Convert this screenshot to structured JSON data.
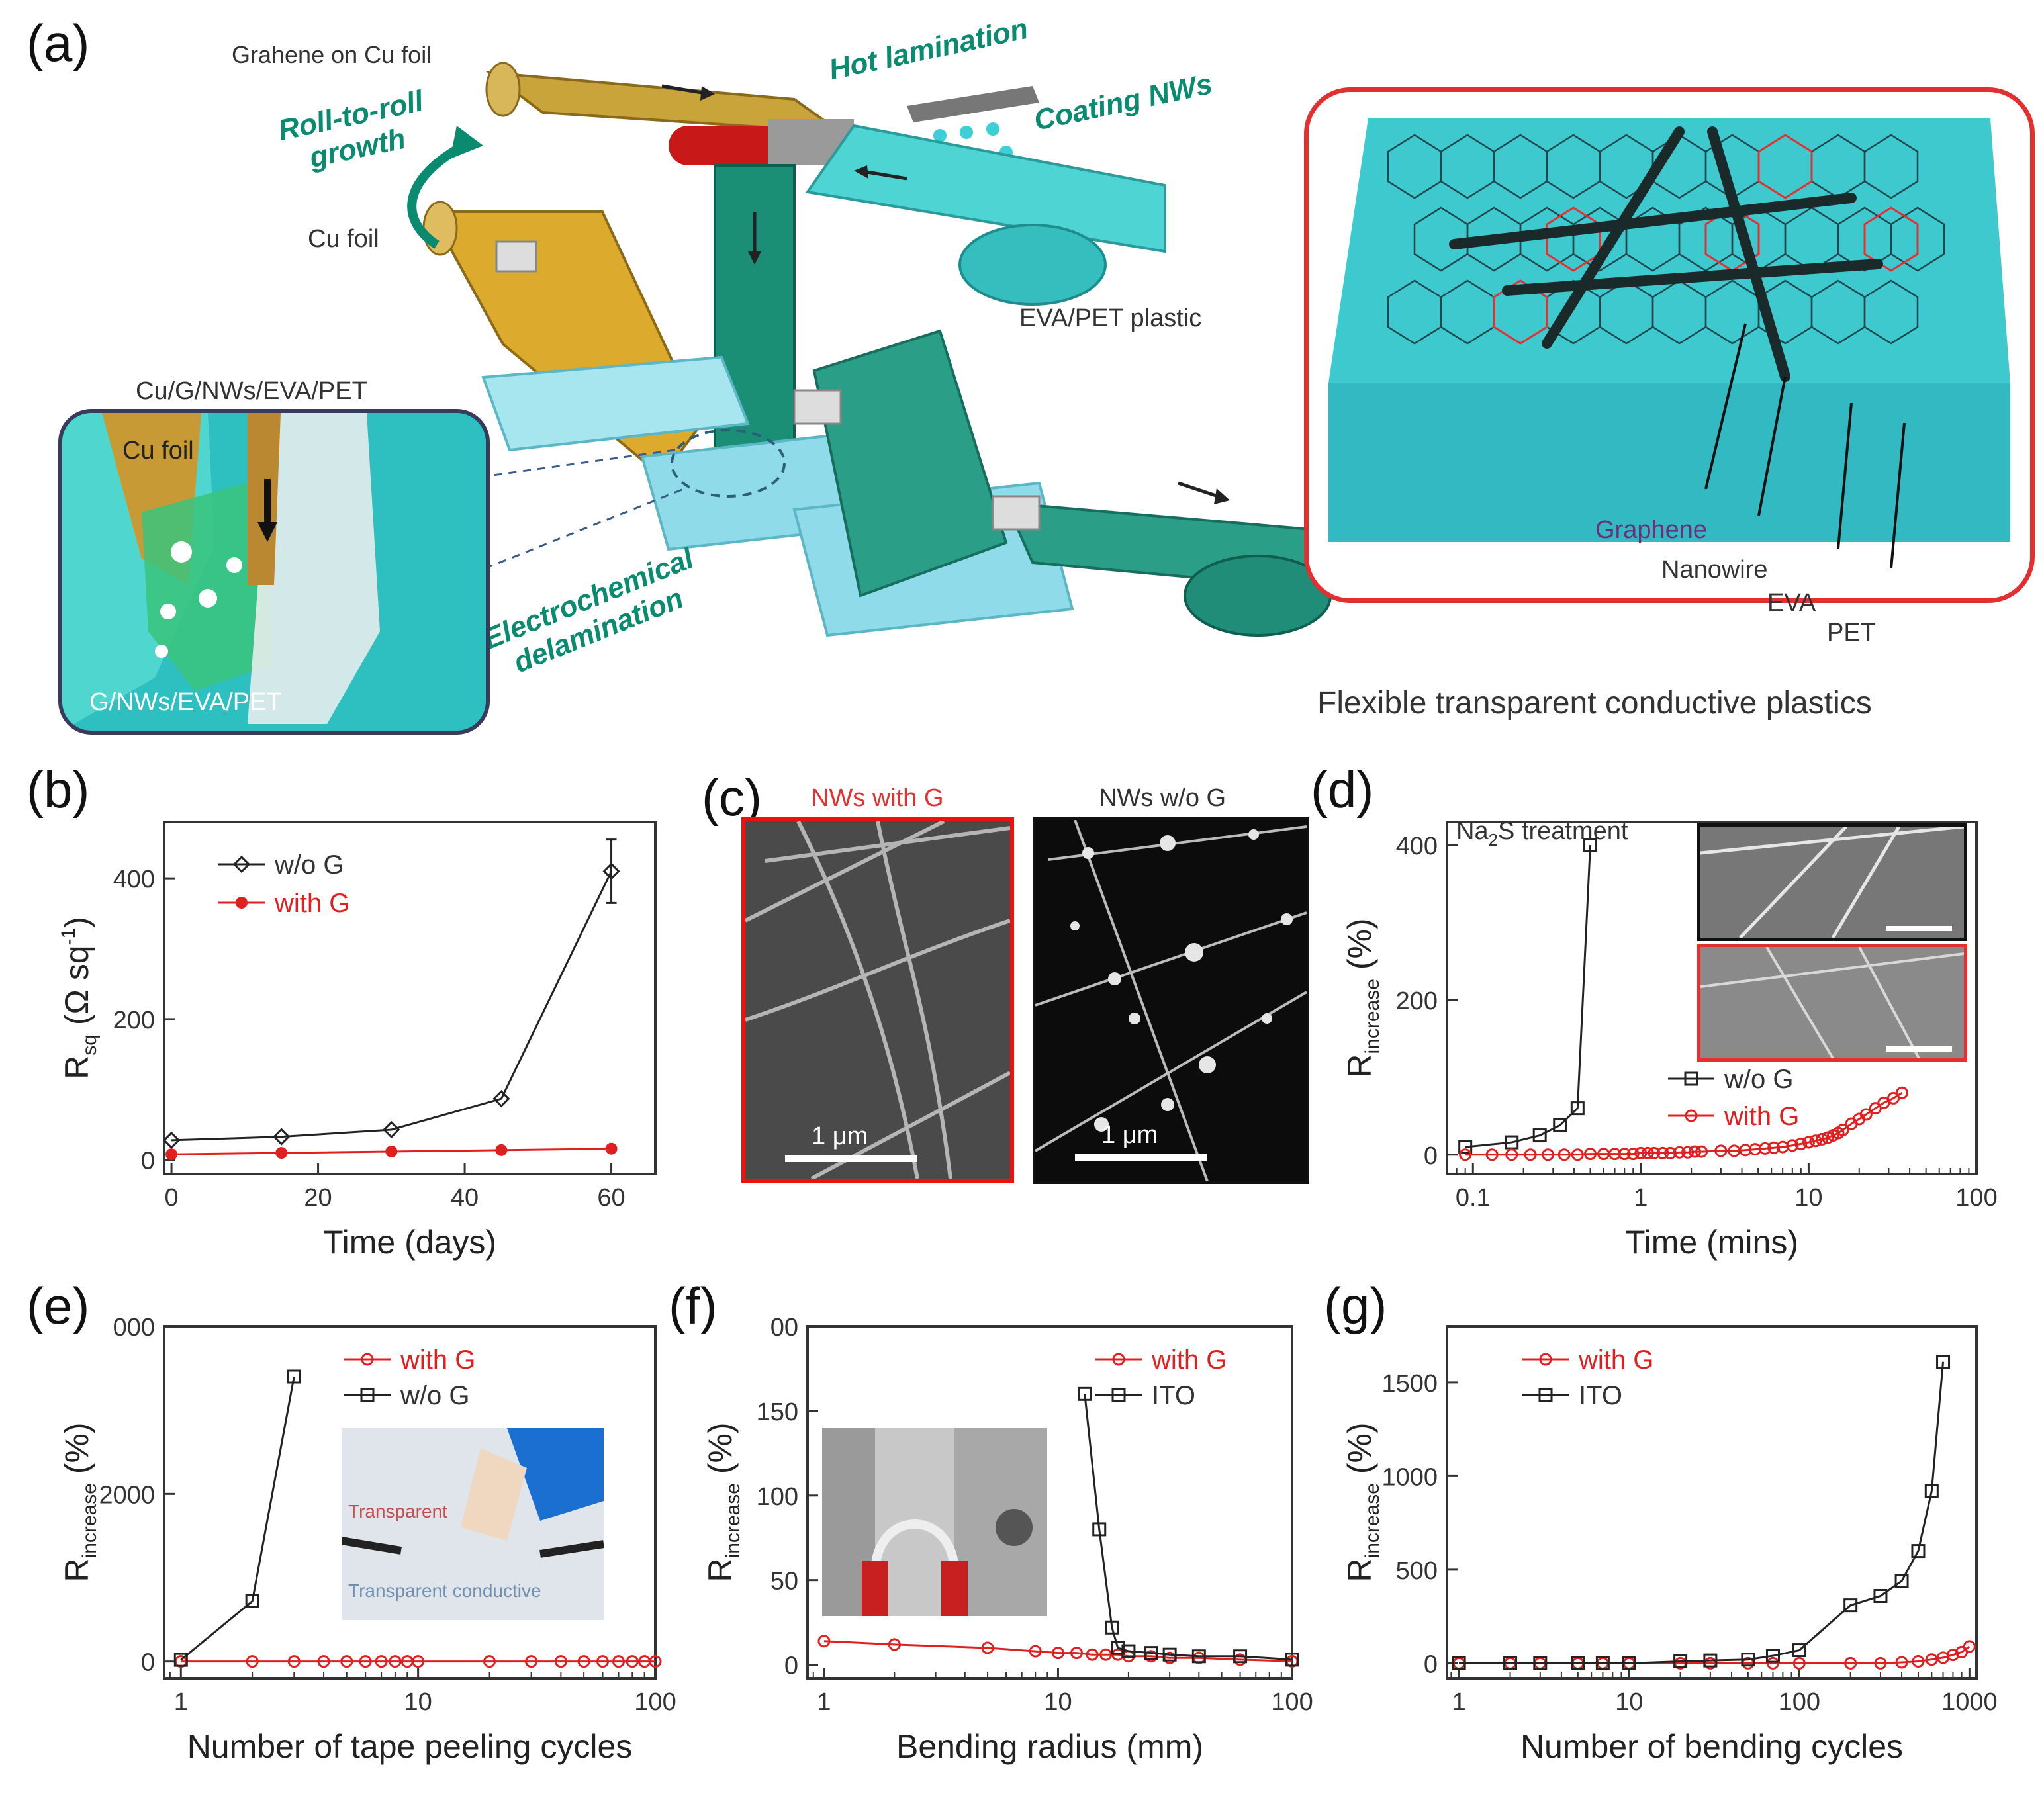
{
  "panel_a": {
    "label": "(a)",
    "top_label": "Grahene on Cu foil",
    "roll_growth": "Roll-to-roll growth",
    "hot_lamination": "Hot lamination",
    "coating": "Coating NWs",
    "cu_foil": "Cu foil",
    "eva_pet": "EVA/PET plastic",
    "inset_title": "Cu/G/NWs/EVA/PET",
    "inset_cu": "Cu foil",
    "inset_bottom": "G/NWs/EVA/PET",
    "electro": "Electrochemical delamination",
    "right_labels": {
      "graphene": "Graphene",
      "nanowire": "Nanowire",
      "eva": "EVA",
      "pet": "PET"
    },
    "caption": "Flexible transparent conductive plastics",
    "colors": {
      "graphene": "#6c2f7a",
      "cyan": "#2ec8d0",
      "red": "#e02020",
      "green": "#0a8a6e"
    }
  },
  "panel_c": {
    "label": "(c)",
    "left_title": "NWs with G",
    "right_title": "NWs w/o G",
    "scale": "1 μm"
  },
  "panel_d_inset_title": "Na",
  "panel_d_inset_sub": "2",
  "panel_d_inset_rest": "S treatment",
  "panel_e_inset": {
    "text1": "Transparent",
    "text2": "Transparent conductive"
  },
  "chart_data": [
    {
      "id": "b",
      "type": "line",
      "label": "(b)",
      "xlabel": "Time (days)",
      "ylabel_main": "R",
      "ylabel_sub": "sq",
      "ylabel_unit": "(Ω sq",
      "ylabel_sup": "-1",
      "ylabel_close": ")",
      "xlim": [
        -1,
        66
      ],
      "ylim": [
        -20,
        480
      ],
      "xticks": [
        0,
        20,
        40,
        60
      ],
      "yticks": [
        0,
        200,
        400
      ],
      "series": [
        {
          "name": "w/o G",
          "color": "#222222",
          "marker": "diamond",
          "x": [
            0,
            15,
            30,
            45,
            60
          ],
          "y": [
            28,
            33,
            43,
            87,
            410
          ],
          "err": [
            0,
            0,
            0,
            0,
            45
          ]
        },
        {
          "name": "with G",
          "color": "#e02020",
          "marker": "dot",
          "x": [
            0,
            15,
            30,
            45,
            60
          ],
          "y": [
            8,
            10,
            12,
            14,
            16
          ]
        }
      ]
    },
    {
      "id": "d",
      "type": "line",
      "label": "(d)",
      "xlabel": "Time (mins)",
      "ylabel_main": "R",
      "ylabel_sub": "increase",
      "ylabel_unit": "(%)",
      "xscale": "log",
      "xlim": [
        0.07,
        100
      ],
      "ylim": [
        -25,
        430
      ],
      "xticks": [
        0.1,
        1,
        10,
        100
      ],
      "xticklabels": [
        "0.1",
        "1",
        "10",
        "100"
      ],
      "yticks": [
        0,
        200,
        400
      ],
      "series": [
        {
          "name": "w/o G",
          "color": "#222222",
          "marker": "square",
          "x": [
            0.09,
            0.17,
            0.25,
            0.33,
            0.42,
            0.5
          ],
          "y": [
            10,
            16,
            25,
            38,
            60,
            400
          ]
        },
        {
          "name": "with G",
          "color": "#e02020",
          "marker": "circle",
          "x": [
            0.09,
            0.13,
            0.17,
            0.22,
            0.28,
            0.35,
            0.42,
            0.5,
            0.6,
            0.7,
            0.8,
            0.9,
            1.0,
            1.1,
            1.2,
            1.35,
            1.5,
            1.7,
            1.9,
            2.1,
            2.3,
            3,
            3.6,
            4.2,
            4.8,
            5.5,
            6.2,
            7,
            8,
            9,
            10,
            11,
            12,
            13,
            14,
            15,
            16,
            18,
            20,
            22,
            25,
            28,
            32,
            36
          ],
          "y": [
            0,
            0,
            0,
            0,
            0,
            0,
            0,
            1,
            1,
            1,
            1,
            1,
            2,
            2,
            2,
            2,
            2,
            3,
            3,
            4,
            4,
            5,
            5,
            6,
            7,
            8,
            9,
            10,
            12,
            14,
            16,
            18,
            20,
            22,
            25,
            28,
            32,
            40,
            46,
            52,
            60,
            67,
            73,
            80
          ]
        }
      ],
      "legend": [
        "w/o G",
        "with G"
      ]
    },
    {
      "id": "e",
      "type": "line",
      "label": "(e)",
      "xlabel": "Number of tape peeling cycles",
      "ylabel_main": "R",
      "ylabel_sub": "increase",
      "ylabel_unit": "(%)",
      "xscale": "log",
      "xlim": [
        0.85,
        100
      ],
      "ylim": [
        -200,
        4000
      ],
      "xticks": [
        1,
        10,
        100
      ],
      "xticklabels": [
        "1",
        "10",
        "100"
      ],
      "yticks": [
        0,
        2000,
        4000
      ],
      "yticklabels": [
        "0",
        "2000",
        "000"
      ],
      "series": [
        {
          "name": "with G",
          "color": "#e02020",
          "marker": "circle",
          "x": [
            1,
            2,
            3,
            4,
            5,
            6,
            7,
            8,
            9,
            10,
            20,
            30,
            40,
            50,
            60,
            70,
            80,
            90,
            100
          ],
          "y": [
            0,
            0,
            0,
            0,
            0,
            0,
            0,
            0,
            0,
            0,
            0,
            0,
            0,
            0,
            0,
            0,
            0,
            0,
            0
          ]
        },
        {
          "name": "w/o G",
          "color": "#222222",
          "marker": "square",
          "x": [
            1,
            2,
            3
          ],
          "y": [
            20,
            720,
            3400
          ]
        }
      ]
    },
    {
      "id": "f",
      "type": "line",
      "label": "(f)",
      "xlabel": "Bending radius (mm)",
      "ylabel_main": "R",
      "ylabel_sub": "increase",
      "ylabel_unit": "(%)",
      "xscale": "log",
      "xlim": [
        0.85,
        100
      ],
      "ylim": [
        -8,
        200
      ],
      "xticks": [
        1,
        10,
        100
      ],
      "xticklabels": [
        "1",
        "10",
        "100"
      ],
      "yticks": [
        0,
        50,
        100,
        150,
        200
      ],
      "yticklabels": [
        "0",
        "50",
        "100",
        "150",
        "00"
      ],
      "series": [
        {
          "name": "with G",
          "color": "#e02020",
          "marker": "circle",
          "x": [
            1,
            2,
            5,
            8,
            10,
            12,
            14,
            16,
            18,
            20,
            25,
            30,
            40,
            60,
            100
          ],
          "y": [
            14,
            12,
            10,
            8,
            7,
            7,
            6,
            6,
            6,
            5,
            5,
            4,
            4,
            3,
            2
          ]
        },
        {
          "name": "ITO",
          "color": "#222222",
          "marker": "square",
          "x": [
            13,
            15,
            17,
            18,
            20,
            25,
            30,
            40,
            60,
            100
          ],
          "y": [
            160,
            80,
            22,
            10,
            8,
            7,
            6,
            5,
            5,
            3
          ]
        }
      ]
    },
    {
      "id": "g",
      "type": "line",
      "label": "(g)",
      "xlabel": "Number of bending cycles",
      "ylabel_main": "R",
      "ylabel_sub": "increase",
      "ylabel_unit": "(%)",
      "xscale": "log",
      "xlim": [
        0.85,
        1100
      ],
      "ylim": [
        -80,
        1800
      ],
      "xticks": [
        1,
        10,
        100,
        1000
      ],
      "xticklabels": [
        "1",
        "10",
        "100",
        "1000"
      ],
      "yticks": [
        0,
        500,
        1000,
        1500
      ],
      "series": [
        {
          "name": "with G",
          "color": "#e02020",
          "marker": "circle",
          "x": [
            1,
            2,
            3,
            5,
            7,
            10,
            20,
            30,
            50,
            70,
            100,
            200,
            300,
            400,
            500,
            600,
            700,
            800,
            900,
            1000
          ],
          "y": [
            0,
            0,
            0,
            0,
            0,
            0,
            0,
            0,
            0,
            0,
            0,
            0,
            0,
            5,
            10,
            20,
            30,
            45,
            60,
            90
          ]
        },
        {
          "name": "ITO",
          "color": "#222222",
          "marker": "square",
          "x": [
            1,
            2,
            3,
            5,
            7,
            10,
            20,
            30,
            50,
            70,
            100,
            200,
            300,
            400,
            500,
            600,
            700
          ],
          "y": [
            0,
            0,
            0,
            0,
            0,
            0,
            10,
            15,
            20,
            40,
            70,
            310,
            360,
            440,
            600,
            920,
            1610
          ]
        }
      ]
    }
  ]
}
